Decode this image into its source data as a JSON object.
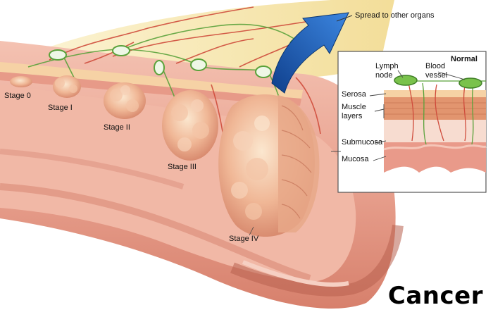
{
  "labels": {
    "spread": "Spread to other organs",
    "stage0": "Stage 0",
    "stage1": "Stage I",
    "stage2": "Stage II",
    "stage3": "Stage III",
    "stage4": "Stage IV"
  },
  "inset": {
    "title": "Normal",
    "lymph_node_1": "Lymph",
    "lymph_node_2": "node",
    "blood_vessel_1": "Blood",
    "blood_vessel_2": "vessel",
    "serosa": "Serosa",
    "muscle_1": "Muscle",
    "muscle_2": "layers",
    "submucosa": "Submucosa",
    "mucosa": "Mucosa"
  },
  "brand": "Cancer",
  "colors": {
    "tissue": "#e9a391",
    "tissue_dark": "#c8705f",
    "fat": "#f3e2a3",
    "tumor": "#efb596",
    "arrow": "#1f5fb8",
    "vessel_red": "#cf4b3b",
    "vessel_green": "#5aa23b"
  }
}
